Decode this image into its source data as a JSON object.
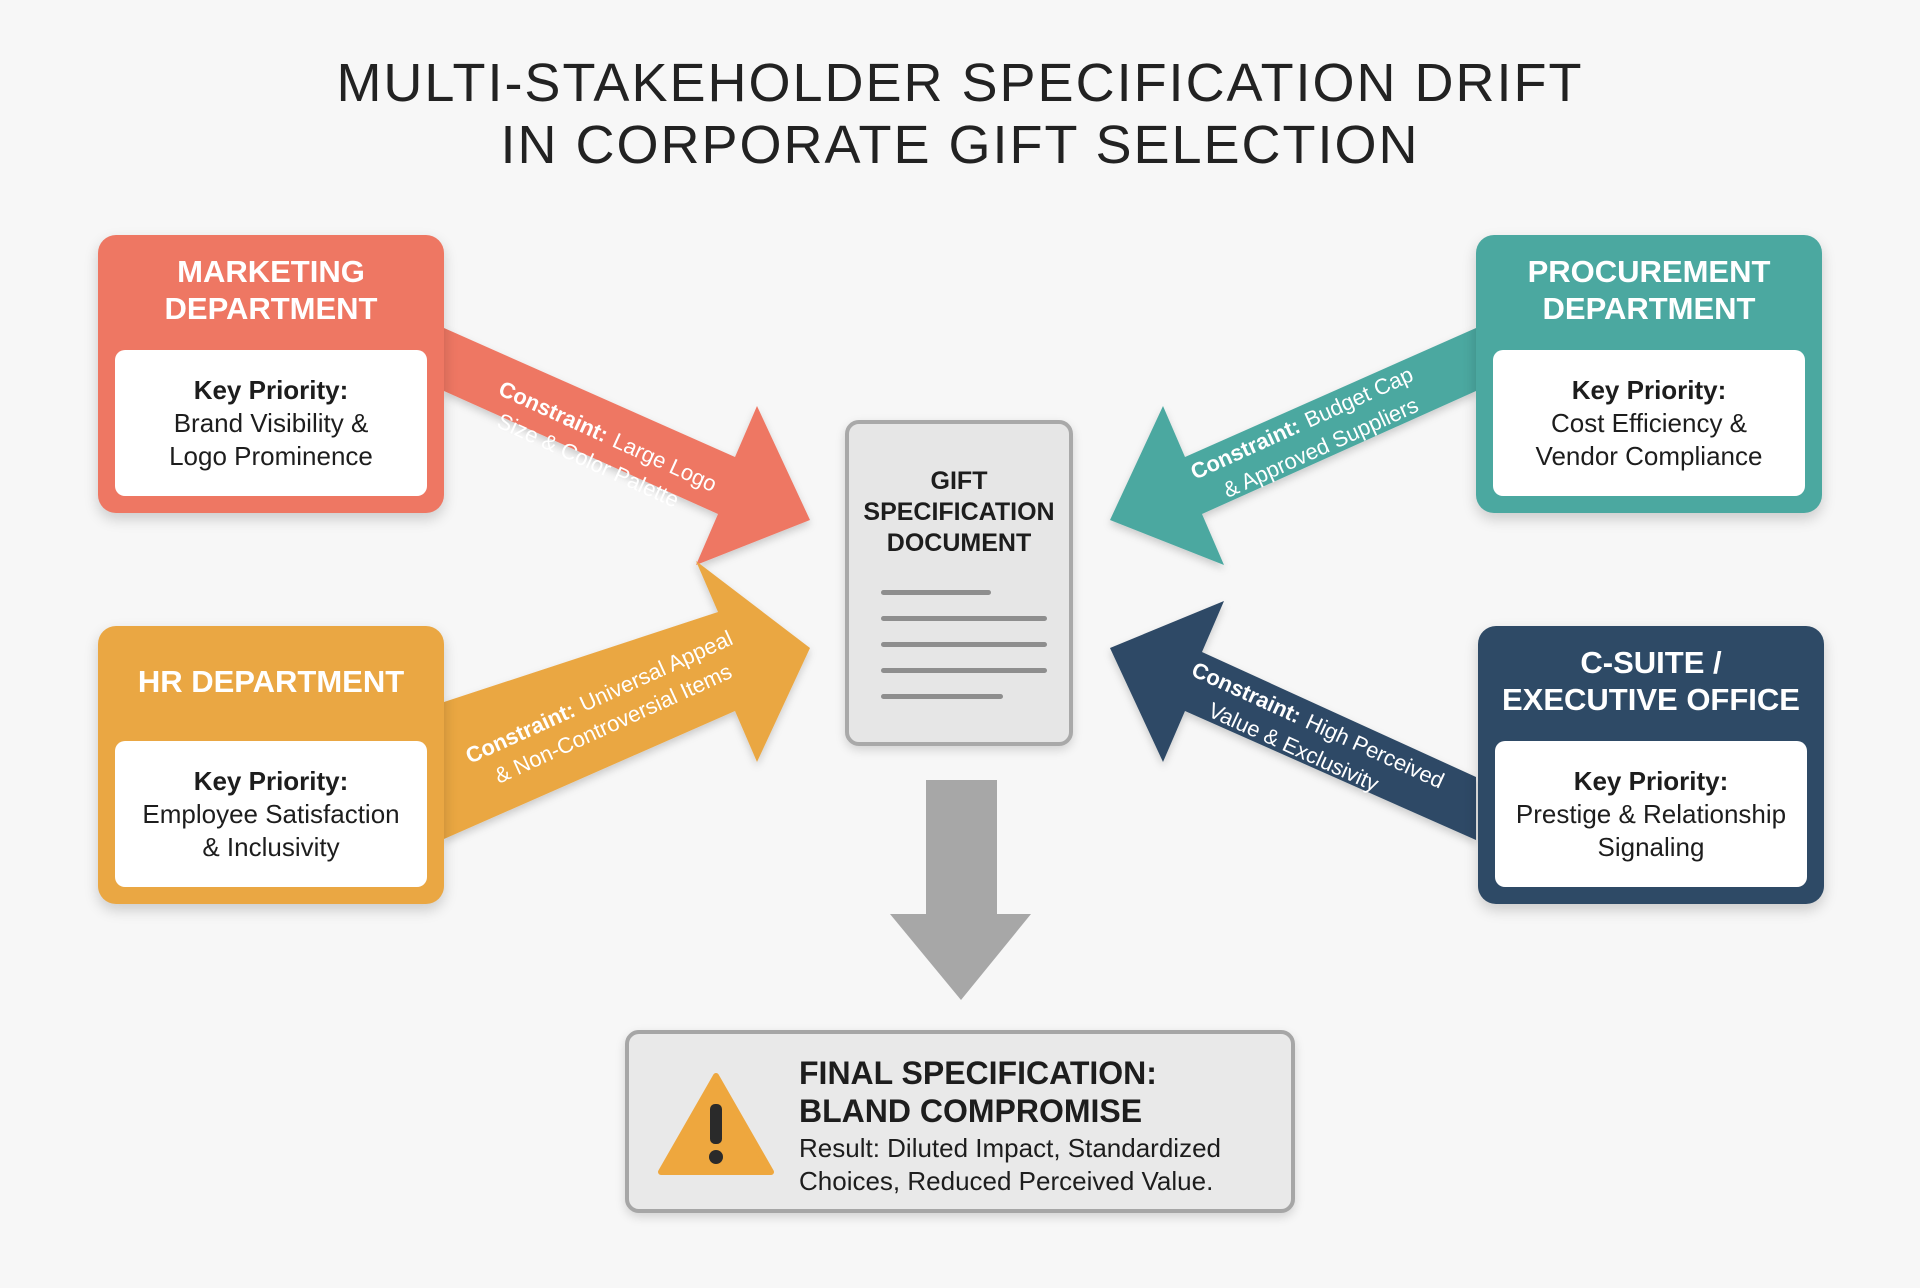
{
  "title": {
    "line1": "MULTI-STAKEHOLDER SPECIFICATION DRIFT",
    "line2": "IN CORPORATE GIFT SELECTION"
  },
  "stakeholders": {
    "marketing": {
      "name_line1": "MARKETING",
      "name_line2": "DEPARTMENT",
      "priority_label": "Key Priority:",
      "priority_line1": "Brand Visibility &",
      "priority_line2": "Logo Prominence",
      "constraint_label": "Constraint:",
      "constraint_line1": "Large Logo",
      "constraint_line2": "Size & Color Palette",
      "color": "#ee7763"
    },
    "procurement": {
      "name_line1": "PROCUREMENT",
      "name_line2": "DEPARTMENT",
      "priority_label": "Key Priority:",
      "priority_line1": "Cost Efficiency &",
      "priority_line2": "Vendor Compliance",
      "constraint_label": "Constraint:",
      "constraint_line1": "Budget Cap",
      "constraint_line2": "& Approved Suppliers",
      "color": "#4ba8a0"
    },
    "hr": {
      "name_line1": "HR DEPARTMENT",
      "priority_label": "Key Priority:",
      "priority_line1": "Employee Satisfaction",
      "priority_line2": "& Inclusivity",
      "constraint_label": "Constraint:",
      "constraint_line1": "Universal Appeal",
      "constraint_line2": "& Non-Controversial Items",
      "color": "#eaa743"
    },
    "csuite": {
      "name_line1": "C-SUITE /",
      "name_line2": "EXECUTIVE OFFICE",
      "priority_label": "Key Priority:",
      "priority_line1": "Prestige & Relationship",
      "priority_line2": "Signaling",
      "constraint_label": "Constraint:",
      "constraint_line1": "High Perceived",
      "constraint_line2": "Value & Exclusivity",
      "color": "#2e4a66"
    }
  },
  "document": {
    "line1": "GIFT",
    "line2": "SPECIFICATION",
    "line3": "DOCUMENT",
    "icon": "document-icon"
  },
  "final": {
    "title_line1": "FINAL SPECIFICATION:",
    "title_line2": "BLAND COMPROMISE",
    "text_line1": "Result: Diluted Impact, Standardized",
    "text_line2": "Choices, Reduced Perceived Value.",
    "icon": "warning-icon",
    "icon_color": "#eea73e"
  }
}
